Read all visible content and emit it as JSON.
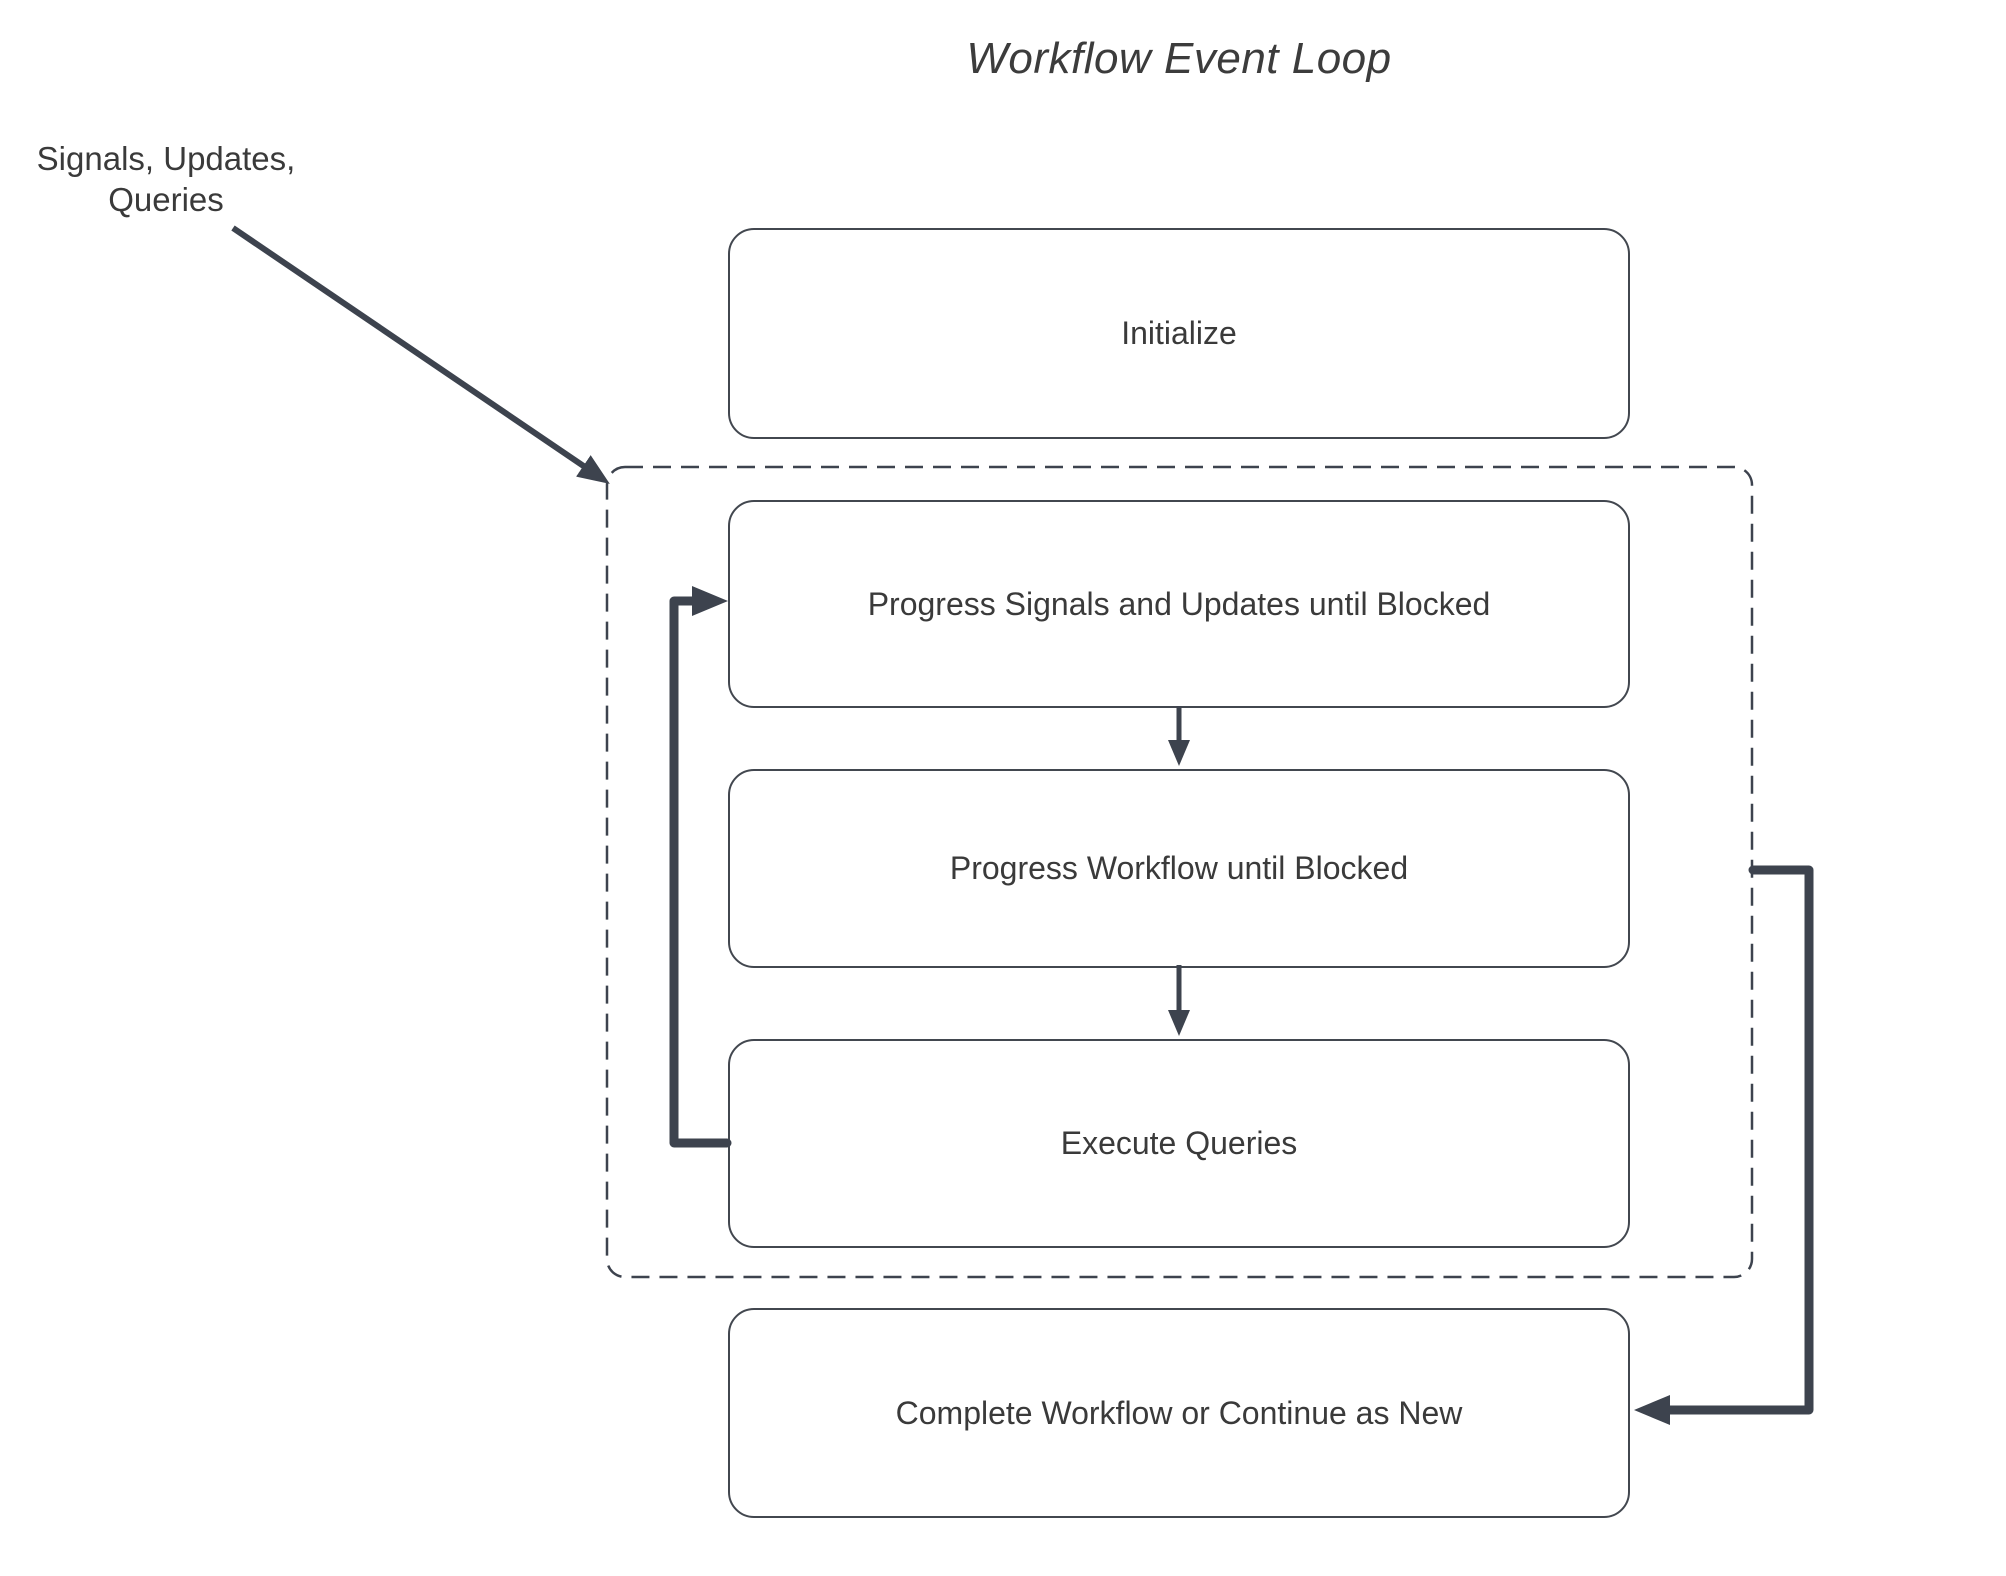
{
  "title": "Workflow Event Loop",
  "annotation": {
    "line1": "Signals, Updates,",
    "line2": "Queries"
  },
  "nodes": [
    {
      "id": "initialize",
      "label": "Initialize"
    },
    {
      "id": "progress-signals",
      "label": "Progress Signals and Updates until Blocked"
    },
    {
      "id": "progress-workflow",
      "label": "Progress Workflow until Blocked"
    },
    {
      "id": "execute-queries",
      "label": "Execute Queries"
    },
    {
      "id": "complete-workflow",
      "label": "Complete Workflow or Continue as New"
    }
  ],
  "groups": [
    {
      "id": "event-loop-group",
      "style": "dashed",
      "contains": [
        "progress-signals",
        "progress-workflow",
        "execute-queries"
      ]
    }
  ],
  "edges": [
    {
      "from": "signals-updates-queries-annotation",
      "to": "event-loop-group",
      "style": "thin-diagonal-arrow"
    },
    {
      "from": "progress-signals",
      "to": "progress-workflow",
      "style": "down-arrow"
    },
    {
      "from": "progress-workflow",
      "to": "execute-queries",
      "style": "down-arrow"
    },
    {
      "from": "execute-queries",
      "to": "progress-signals",
      "style": "thick-loop-back-arrow"
    },
    {
      "from": "event-loop-group",
      "to": "complete-workflow",
      "style": "thick-right-side-arrow"
    }
  ],
  "colors": {
    "background": "#ffffff",
    "ink": "#3d434e",
    "box_border": "#42474f",
    "text": "#3a3a3a"
  }
}
